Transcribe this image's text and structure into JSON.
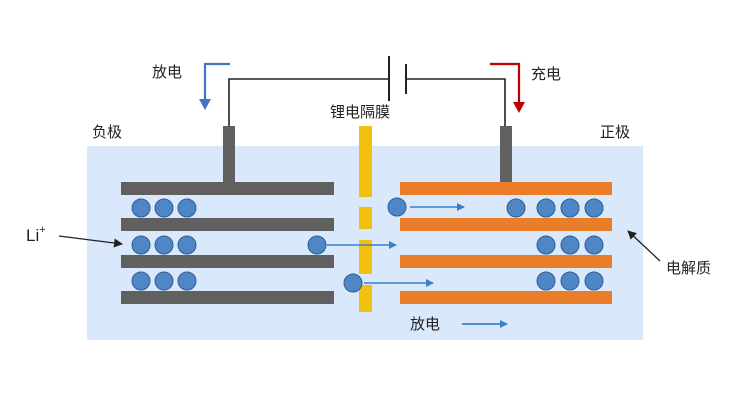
{
  "labels": {
    "discharge_top": "放电",
    "charge_top": "充电",
    "separator": "锂电隔膜",
    "negative": "负极",
    "positive": "正极",
    "ion": "Li",
    "ion_sup": "+",
    "electrolyte": "电解质",
    "discharge_bottom": "放电"
  },
  "colors": {
    "electrolyte": "#d9e8fa",
    "anode_layer": "#606060",
    "cathode_layer": "#ea7d2a",
    "separator": "#f3c010",
    "ion_fill": "#4e86c6",
    "ion_stroke": "#2f5f94",
    "flow_arrow": "#3c7fc8",
    "discharge_arrow": "#4472c4",
    "charge_arrow": "#c00000",
    "wire": "#222222"
  }
}
